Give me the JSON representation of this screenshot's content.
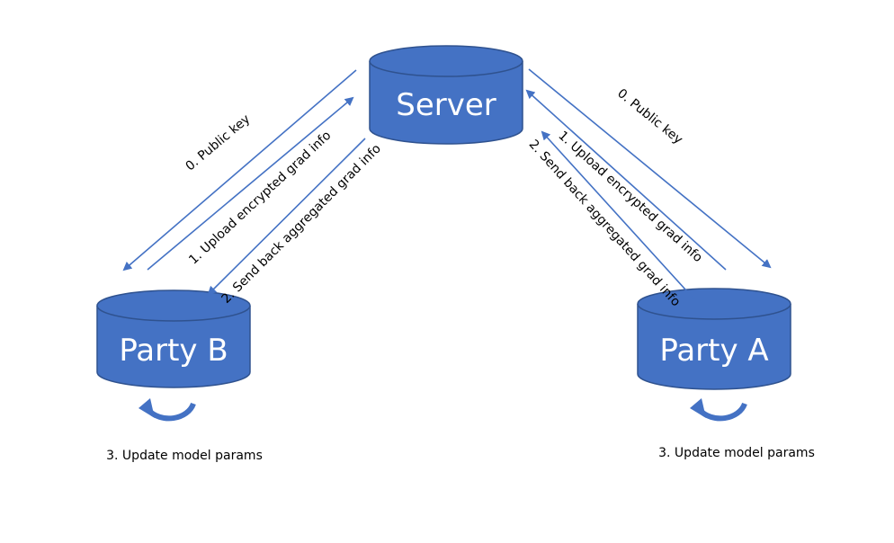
{
  "colors": {
    "node_fill": "#4472C4",
    "node_stroke": "#2F528F",
    "arrow": "#4472C4",
    "background": "#FFFFFF"
  },
  "nodes": {
    "server": {
      "label": "Server"
    },
    "party_b": {
      "label": "Party B"
    },
    "party_a": {
      "label": "Party A"
    }
  },
  "edges": {
    "left_public_key": "0. Public key",
    "left_upload": "1. Upload encrypted grad info",
    "left_send_back": "2. Send back aggregated grad info",
    "right_public_key": "0. Public key",
    "right_upload": "1. Upload encrypted grad info",
    "right_send_back": "2. Send back aggregated grad info"
  },
  "captions": {
    "party_b_update": "3. Update model params",
    "party_a_update": "3. Update model params"
  },
  "icons": {
    "update_loop": "circular-arrow-icon"
  }
}
